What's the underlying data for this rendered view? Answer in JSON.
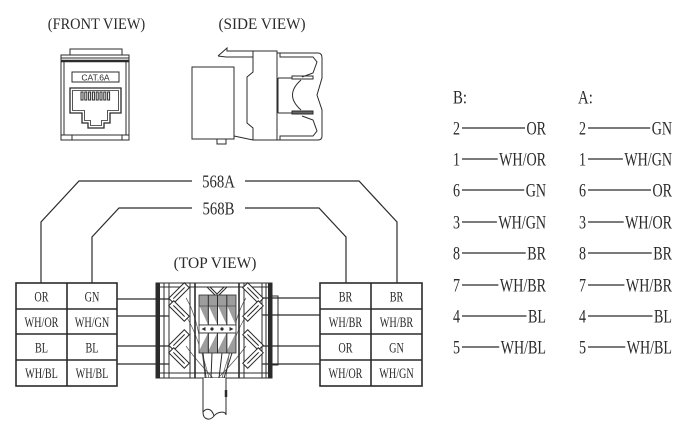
{
  "views": {
    "front_title": "(FRONT VIEW)",
    "side_title": "(SIDE VIEW)",
    "top_title": "(TOP VIEW)"
  },
  "front_view": {
    "jack_label": "CAT.6A"
  },
  "wiring": {
    "standard_a_label": "568A",
    "standard_b_label": "568B",
    "left_block": {
      "rows": [
        [
          "OR",
          "GN"
        ],
        [
          "WH/OR",
          "WH/GN"
        ],
        [
          "BL",
          "BL"
        ],
        [
          "WH/BL",
          "WH/BL"
        ]
      ]
    },
    "right_block": {
      "rows": [
        [
          "BR",
          "BR"
        ],
        [
          "WH/BR",
          "WH/BR"
        ],
        [
          "OR",
          "GN"
        ],
        [
          "WH/OR",
          "WH/GN"
        ]
      ]
    }
  },
  "pinouts": {
    "b": {
      "title": "B:",
      "pins": [
        {
          "pin": "2",
          "color": "OR"
        },
        {
          "pin": "1",
          "color": "WH/OR"
        },
        {
          "pin": "6",
          "color": "GN"
        },
        {
          "pin": "3",
          "color": "WH/GN"
        },
        {
          "pin": "8",
          "color": "BR"
        },
        {
          "pin": "7",
          "color": "WH/BR"
        },
        {
          "pin": "4",
          "color": "BL"
        },
        {
          "pin": "5",
          "color": "WH/BL"
        }
      ]
    },
    "a": {
      "title": "A:",
      "pins": [
        {
          "pin": "2",
          "color": "GN"
        },
        {
          "pin": "1",
          "color": "WH/GN"
        },
        {
          "pin": "6",
          "color": "OR"
        },
        {
          "pin": "3",
          "color": "WH/OR"
        },
        {
          "pin": "8",
          "color": "BR"
        },
        {
          "pin": "7",
          "color": "WH/BR"
        },
        {
          "pin": "4",
          "color": "BL"
        },
        {
          "pin": "5",
          "color": "WH/BL"
        }
      ]
    }
  },
  "colors": {
    "ink": "#2b2b2b",
    "contact_fill": "#9d9d9d",
    "background": "#ffffff"
  }
}
